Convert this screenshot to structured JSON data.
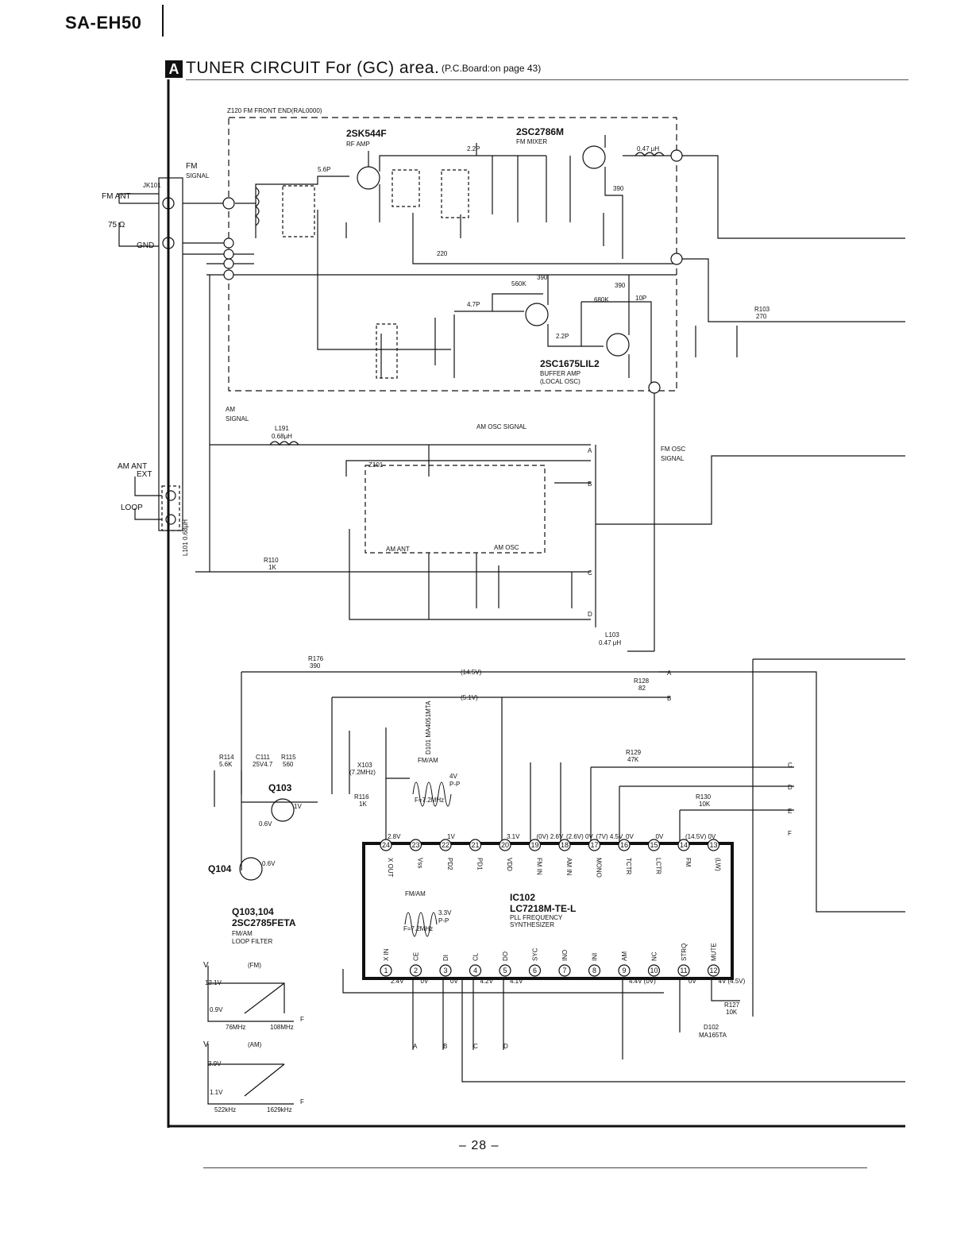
{
  "header": {
    "model": "SA-EH50",
    "section_letter": "A",
    "title": "TUNER CIRCUIT For (GC) area.",
    "board_note": "(P.C.Board:on page 43)"
  },
  "footer": {
    "page_number": "– 28 –"
  },
  "labels": {
    "fm_front_end": "Z120 FM FRONT END(RAL0000)",
    "fm_ant": "FM ANT",
    "ohm75": "75 Ω",
    "gnd": "GND",
    "jk101": "JK101",
    "fm_signal_1": "FM",
    "fm_signal_2": "SIGNAL",
    "am_signal_1": "AM",
    "am_signal_2": "SIGNAL",
    "am_osc_signal": "AM OSC SIGNAL",
    "fm_osc_signal_1": "FM OSC",
    "fm_osc_signal_2": "SIGNAL",
    "am_ant_ext_1": "AM ANT",
    "am_ant_ext_2": "EXT",
    "loop": "LOOP",
    "z101": "Z101",
    "am_ant": "AM ANT",
    "am_osc": "AM OSC",
    "l191_1": "L191",
    "l191_2": "0.68μH",
    "l101": "L101 0.68μH",
    "l103_1": "L103",
    "l103_2": "0.47 μH",
    "ind047": "0.47 μH",
    "fm_am_wave": "FM/AM",
    "fm_am_wave2": "FM/AM",
    "v4pp_1": "4V",
    "v4pp_2": "P-P",
    "f72_1": "F=7.2MHz",
    "v33pp_1": "3.3V",
    "v33pp_2": "P-P",
    "f72_2": "F=7.2MHz",
    "v145": "(14.5V)",
    "v51": "(5.1V)"
  },
  "components": {
    "sk544_1": "2SK544F",
    "sk544_2": "RF AMP",
    "sc2786_1": "2SC2786M",
    "sc2786_2": "FM MIXER",
    "sc1675_1": "2SC1675LIL2",
    "sc1675_2": "BUFFER AMP",
    "sc1675_3": "(LOCAL OSC)",
    "q103": "Q103",
    "q104": "Q104",
    "q103_104_1": "Q103,104",
    "q103_104_2": "2SC2785FETA",
    "q103_104_3": "FM/AM",
    "q103_104_4": "LOOP FILTER",
    "ic102_1": "IC102",
    "ic102_2": "LC7218M-TE-L",
    "ic102_3": "PLL FREQUENCY",
    "ic102_4": "SYNTHESIZER",
    "x103_1": "X103",
    "x103_2": "(7.2MHz)",
    "d101": "D101 MA4051MTA",
    "d102_1": "D102",
    "d102_2": "MA165TA",
    "r103_1": "R103",
    "r103_2": "270",
    "r110_1": "R110",
    "r110_2": "1K",
    "r176_1": "R176",
    "r176_2": "390",
    "r128_1": "R128",
    "r128_2": "82",
    "r129_1": "R129",
    "r129_2": "47K",
    "r130_1": "R130",
    "r130_2": "10K",
    "r127_1": "R127",
    "r127_2": "10K",
    "r114_1": "R114",
    "r114_2": "5.6K",
    "r115_1": "R115",
    "r115_2": "560",
    "r116_1": "R116",
    "r116_2": "1K",
    "c111_1": "C111",
    "c111_2": "25V4.7",
    "p56": "5.6P",
    "p22a": "2.2P",
    "p22b": "2.2P",
    "p47": "4.7P",
    "k680": "680K",
    "p10": "10P",
    "r220": "220",
    "k560": "560K",
    "r390a": "390",
    "r390b": "390",
    "r390c": "390"
  },
  "ic_top_pins": [
    {
      "num": "24",
      "name": "X OUT"
    },
    {
      "num": "23",
      "name": "Vss"
    },
    {
      "num": "22",
      "name": "PD2"
    },
    {
      "num": "21",
      "name": "PD1"
    },
    {
      "num": "20",
      "name": "VDD"
    },
    {
      "num": "19",
      "name": "FM IN"
    },
    {
      "num": "18",
      "name": "AM IN"
    },
    {
      "num": "17",
      "name": "MONO"
    },
    {
      "num": "16",
      "name": "TCTR"
    },
    {
      "num": "15",
      "name": "LCTR"
    },
    {
      "num": "14",
      "name": "FM"
    },
    {
      "num": "13",
      "name": "(LW)"
    }
  ],
  "ic_bottom_pins": [
    {
      "num": "1",
      "name": "X IN"
    },
    {
      "num": "2",
      "name": "CE"
    },
    {
      "num": "3",
      "name": "DI"
    },
    {
      "num": "4",
      "name": "CL"
    },
    {
      "num": "5",
      "name": "DO"
    },
    {
      "num": "6",
      "name": "SYC"
    },
    {
      "num": "7",
      "name": "INO"
    },
    {
      "num": "8",
      "name": "INI"
    },
    {
      "num": "9",
      "name": "AM"
    },
    {
      "num": "10",
      "name": "NC"
    },
    {
      "num": "11",
      "name": "STRQ"
    },
    {
      "num": "12",
      "name": "MUTE"
    }
  ],
  "ic_top_voltages": [
    "2.8V",
    "",
    "1V",
    "",
    "3.1V",
    "(0V) 2.6V",
    "(2.6V) 0V",
    "(7V) 4.5V",
    "0V",
    "0V",
    "(14.5V) 0V",
    ""
  ],
  "ic_bottom_voltages": [
    "2.4V",
    "0V",
    "0V",
    "4.2V",
    "4.1V",
    "",
    "",
    "",
    "4.4V (0V)",
    "",
    "0V",
    "4V (4.5V)"
  ],
  "bus_letters": [
    "A",
    "B",
    "C",
    "D",
    "E",
    "F"
  ],
  "graph_fm": {
    "axis_v": "V",
    "mode": "(FM)",
    "v_high": "12.1V",
    "v_low": "0.9V",
    "f_axis": "F",
    "f_low": "76MHz",
    "f_high": "108MHz"
  },
  "graph_am": {
    "axis_v": "V",
    "mode": "(AM)",
    "v_high": "3.9V",
    "v_low": "1.1V",
    "f_axis": "F",
    "f_low": "522kHz",
    "f_high": "1629kHz"
  },
  "voltages": {
    "q103_v": "1V",
    "q103_b": "0.6V",
    "q104_v": "0.6V"
  }
}
